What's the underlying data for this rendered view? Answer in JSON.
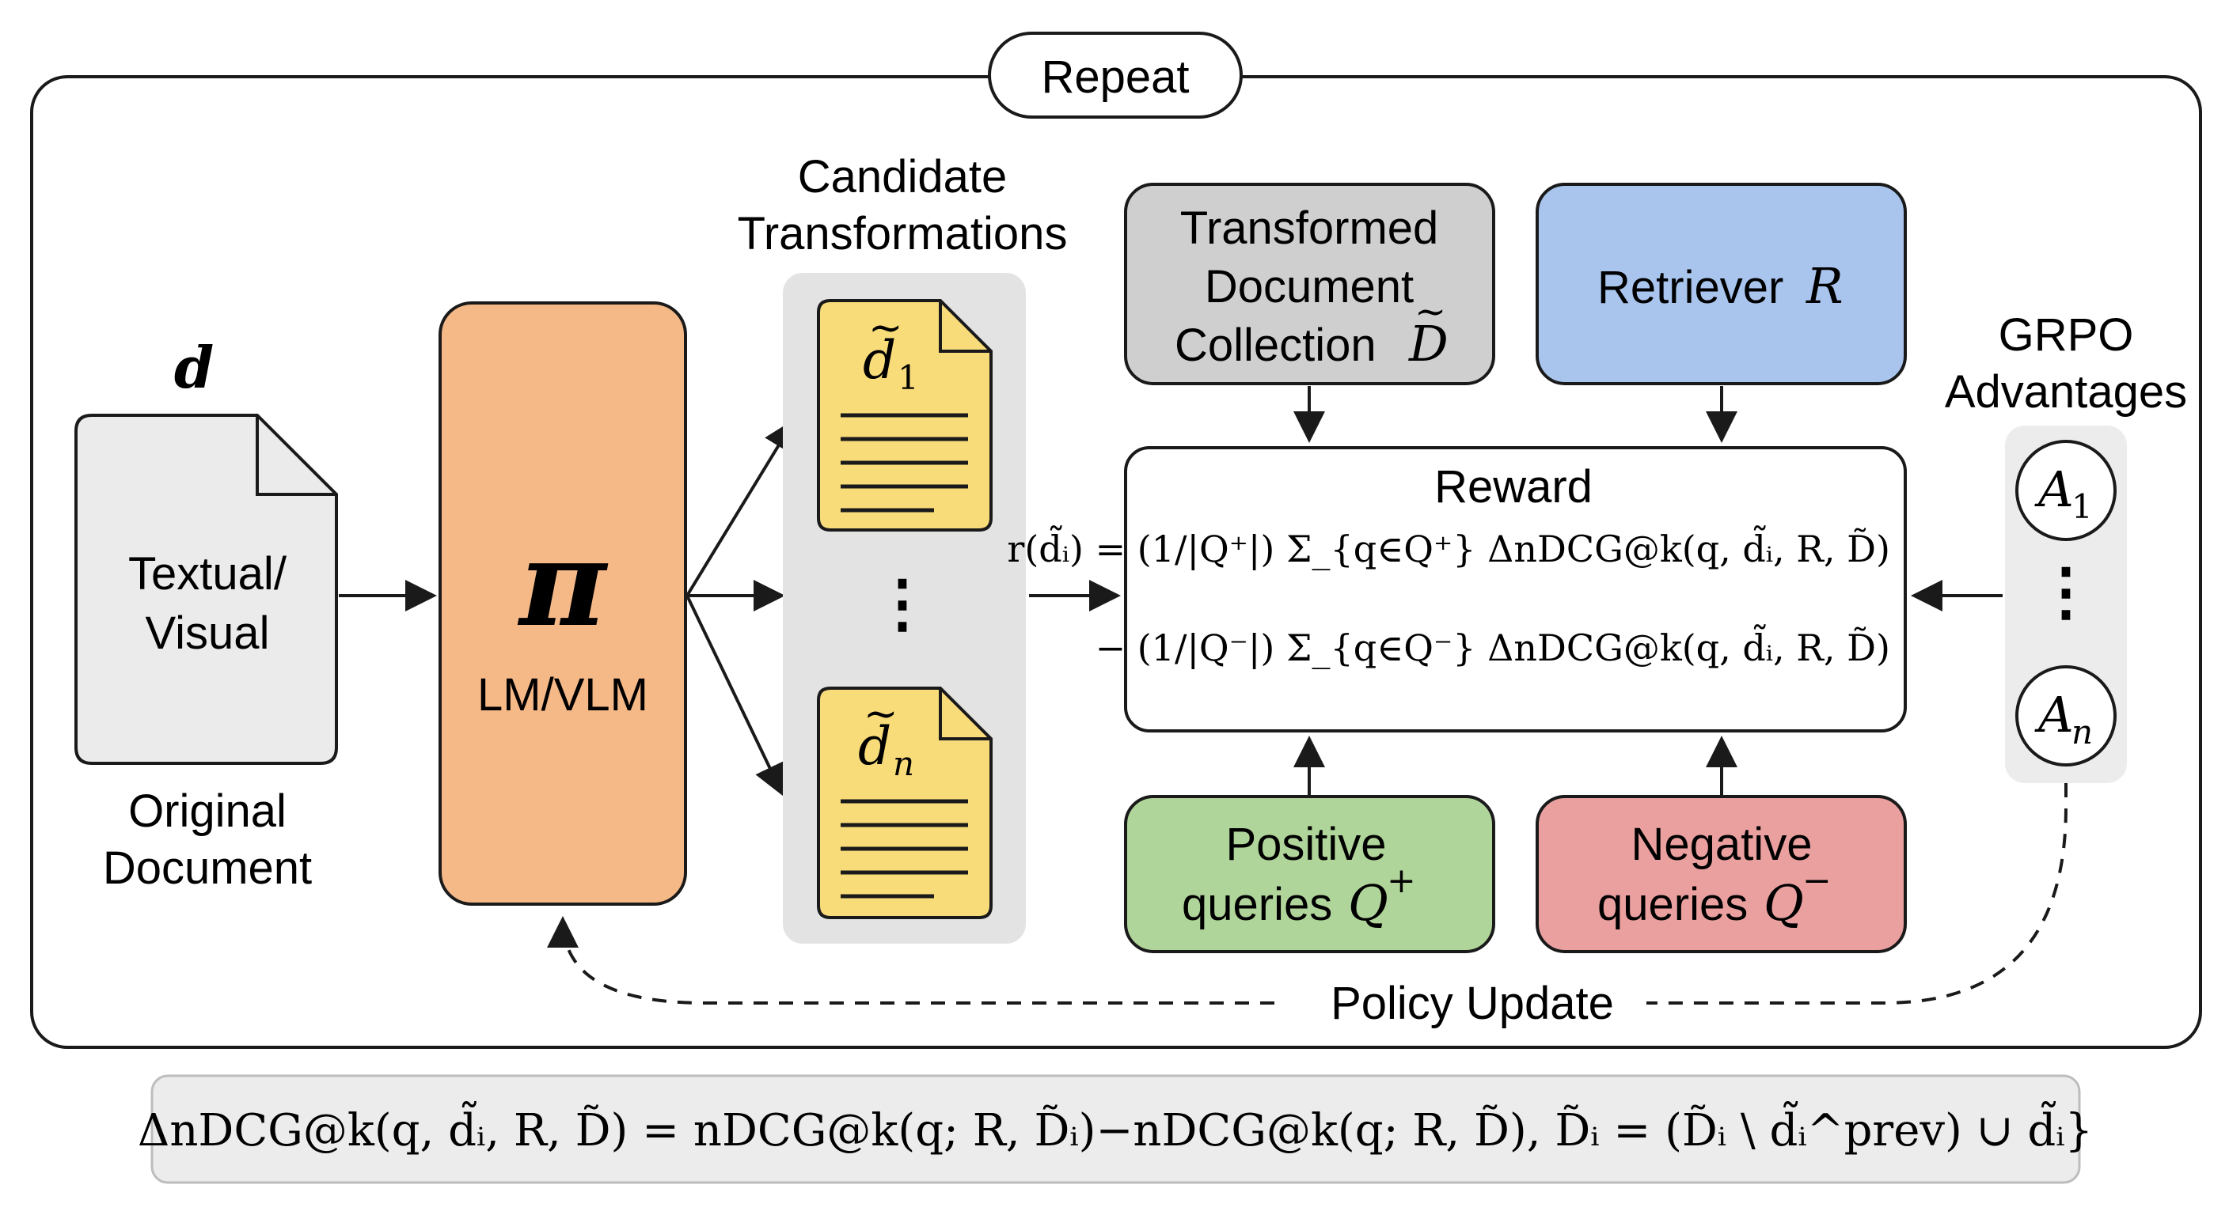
{
  "repeat_label": "Repeat",
  "original_document": {
    "symbol": "d",
    "doc_text_line1": "Textual/",
    "doc_text_line2": "Visual",
    "caption_line1": "Original",
    "caption_line2": "Document",
    "fill_color": "#ebebeb"
  },
  "policy": {
    "symbol": "π",
    "label": "LM/VLM",
    "fill_color": "#f5b887"
  },
  "candidates": {
    "title_line1": "Candidate",
    "title_line2": "Transformations",
    "first_base": "d",
    "first_sub": "1",
    "last_base": "d",
    "last_sub": "n",
    "ellipsis": "⋮",
    "doc_fill": "#f9dc7a",
    "panel_fill": "#e3e3e3"
  },
  "transformed_collection": {
    "line1": "Transformed",
    "line2": "Document",
    "line3": "Collection",
    "symbol": "D",
    "fill_color": "#cfcfcf"
  },
  "retriever": {
    "label": "Retriever",
    "symbol": "R",
    "fill_color": "#a9c5ee"
  },
  "reward": {
    "title": "Reward",
    "line1": "r(d̃ᵢ) = (1/|Q⁺|) Σ_{q∈Q⁺} ΔnDCG@k(q, d̃ᵢ, R, D̃)",
    "line2": "− (1/|Q⁻|) Σ_{q∈Q⁻} ΔnDCG@k(q, d̃ᵢ, R, D̃)"
  },
  "positive_queries": {
    "line1": "Positive",
    "line2": "queries",
    "symbol": "Q",
    "sup": "+",
    "fill_color": "#b0d59a"
  },
  "negative_queries": {
    "line1": "Negative",
    "line2": "queries",
    "symbol": "Q",
    "sup": "−",
    "fill_color": "#eba0a0"
  },
  "grpo": {
    "title_line1": "GRPO",
    "title_line2": "Advantages",
    "first_base": "A",
    "first_sub": "1",
    "last_base": "A",
    "last_sub": "n",
    "ellipsis": "⋮",
    "panel_fill": "#ececec"
  },
  "policy_update_label": "Policy Update",
  "bottom_formula": "ΔnDCG@k(q, d̃ᵢ, R, D̃) = nDCG@k(q; R, D̃ᵢ)−nDCG@k(q; R, D̃), D̃ᵢ = (D̃ᵢ \\ d̃ᵢ^prev) ∪ d̃ᵢ}"
}
